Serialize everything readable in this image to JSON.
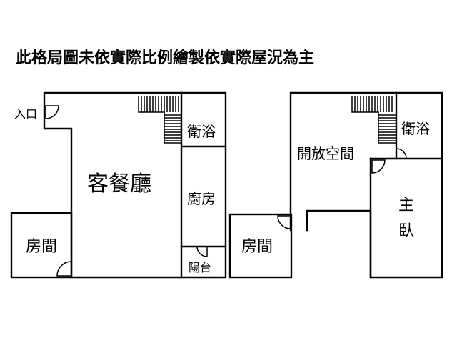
{
  "title": "此格局圖未依實際比例繪製依實際屋況為主",
  "floor_1": {
    "entrance": "入口",
    "living_dining": "客餐廳",
    "bathroom": "衛浴",
    "kitchen": "廚房",
    "room": "房間",
    "balcony": "陽台"
  },
  "floor_2": {
    "open_space": "開放空間",
    "bathroom": "衛浴",
    "room": "房間",
    "master_bedroom_1": "主",
    "master_bedroom_2": "臥"
  }
}
